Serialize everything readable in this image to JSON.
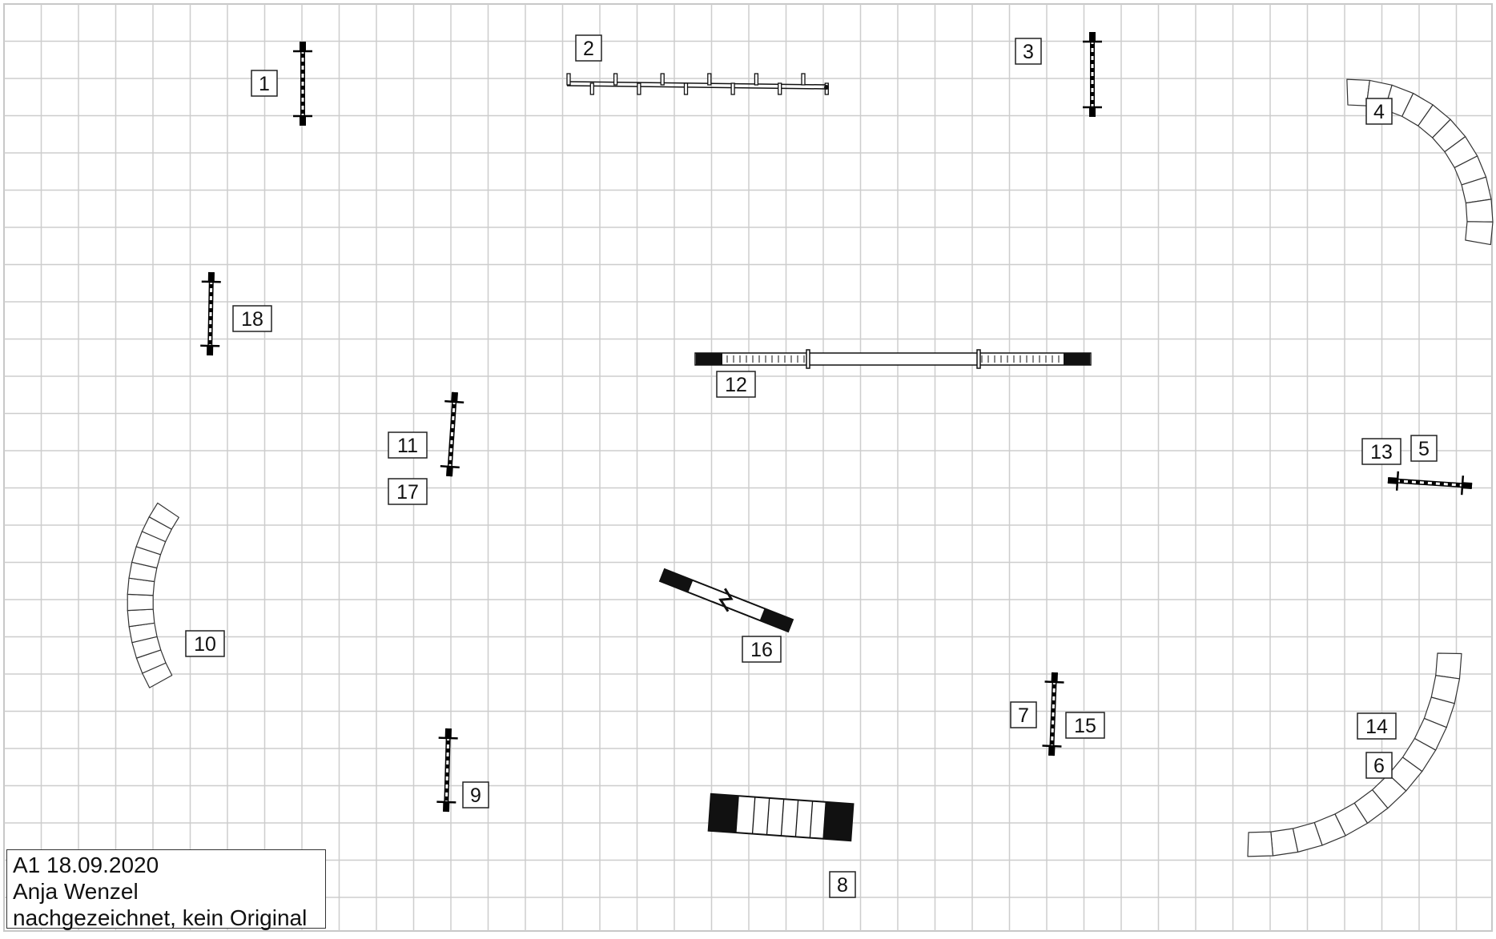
{
  "course": {
    "info_lines": [
      "A1 18.09.2020",
      "Anja Wenzel",
      "nachgezeichnet, kein Original"
    ],
    "obstacles": [
      {
        "id": "hurdle-1",
        "kind": "hurdle",
        "labels": [
          "1"
        ]
      },
      {
        "id": "weave-2",
        "kind": "weave-poles",
        "labels": [
          "2"
        ]
      },
      {
        "id": "hurdle-3",
        "kind": "hurdle",
        "labels": [
          "3"
        ]
      },
      {
        "id": "tunnel-4",
        "kind": "tunnel",
        "labels": [
          "4"
        ]
      },
      {
        "id": "hurdle-13-5",
        "kind": "hurdle",
        "labels": [
          "13",
          "5"
        ]
      },
      {
        "id": "tunnel-14-6",
        "kind": "tunnel",
        "labels": [
          "14",
          "6"
        ]
      },
      {
        "id": "hurdle-7-15",
        "kind": "hurdle",
        "labels": [
          "7",
          "15"
        ]
      },
      {
        "id": "table-8",
        "kind": "table",
        "labels": [
          "8"
        ]
      },
      {
        "id": "hurdle-9",
        "kind": "hurdle",
        "labels": [
          "9"
        ]
      },
      {
        "id": "tunnel-10",
        "kind": "tunnel",
        "labels": [
          "10"
        ]
      },
      {
        "id": "hurdle-11-17",
        "kind": "hurdle",
        "labels": [
          "11",
          "17"
        ]
      },
      {
        "id": "dogwalk-12",
        "kind": "dog-walk",
        "labels": [
          "12"
        ]
      },
      {
        "id": "long-jump-16",
        "kind": "long-jump",
        "labels": [
          "16"
        ]
      },
      {
        "id": "hurdle-18",
        "kind": "hurdle",
        "labels": [
          "18"
        ]
      }
    ]
  }
}
